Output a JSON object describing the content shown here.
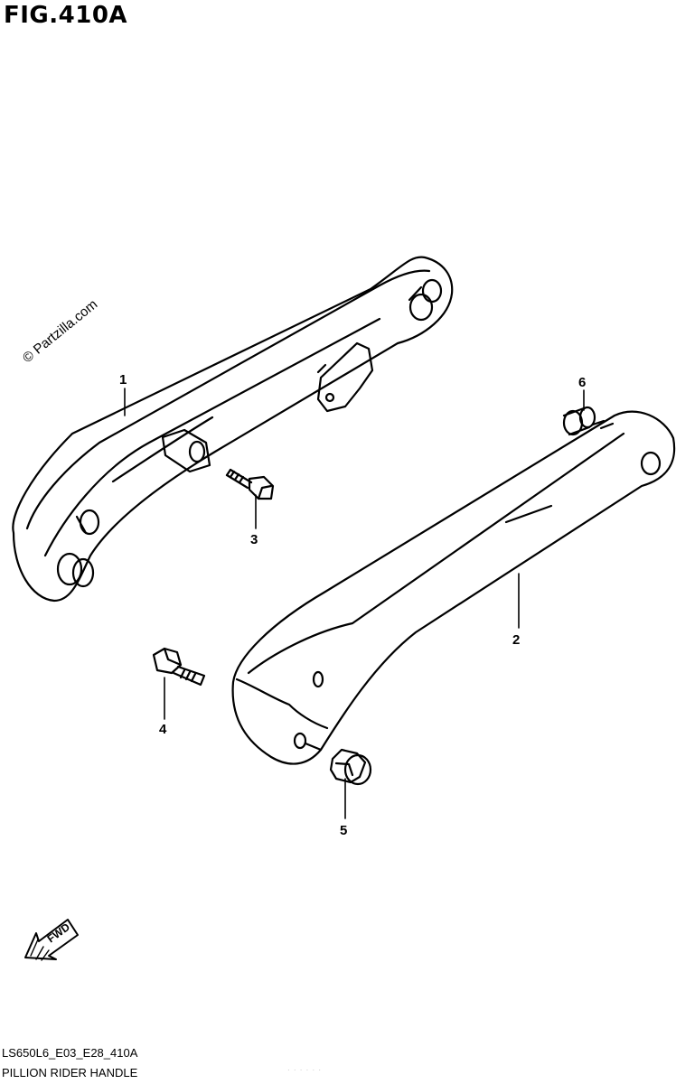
{
  "figure": {
    "title": "FIG.410A",
    "watermark": "© Partzilla.com",
    "code": "LS650L6_E03_E28_410A",
    "name": "PILLION RIDER HANDLE",
    "faint_text": "· · · · · ·"
  },
  "callouts": [
    "1",
    "2",
    "3",
    "4",
    "5",
    "6"
  ],
  "fwd_label": "FWD"
}
